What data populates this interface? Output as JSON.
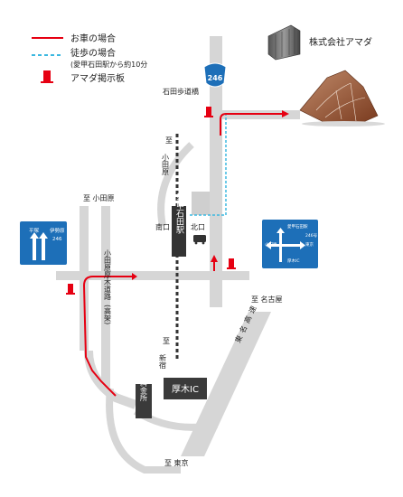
{
  "legend": {
    "car": "お車の場合",
    "walk": "徒歩の場合",
    "walk_note": "(愛甲石田駅から約10分",
    "sign": "アマダ掲示板"
  },
  "company": "株式会社アマダ",
  "route_number": "246",
  "labels": {
    "overpass": "石田歩道橋",
    "to_odawara_vertical": "至",
    "to_odawara_vertical_name": "小田原",
    "to_odawara": "至 小田原",
    "station": "愛甲石田駅",
    "south_exit": "南口",
    "north_exit": "北口",
    "to_nagoya": "至 名古屋",
    "to_shinjuku_to": "至",
    "to_shinjuku_name": "新宿",
    "odawara_atsugi_road": "小田原厚木道路",
    "elevated": "(高架)",
    "tollgate": "料金所",
    "atsugi_ic": "厚木IC",
    "tomei": "東名高速",
    "to_tokyo": "至 東京"
  },
  "sign_left": {
    "left_dest": "平塚",
    "right_dest": "伊勢原",
    "route": "246"
  },
  "sign_right": {
    "upper_dest": "愛甲石田駅",
    "lower_dest": "厚木IC",
    "left_tag": "小田原",
    "right_tag": "東京",
    "straight_tag": "246号"
  },
  "colors": {
    "car_route": "#e60012",
    "walk_route": "#3bb8e0",
    "sign_blue": "#1d6fb8",
    "road": "#d6d6d6",
    "road_edge": "#bdbdbd",
    "dark_box": "#3a3a3a"
  }
}
